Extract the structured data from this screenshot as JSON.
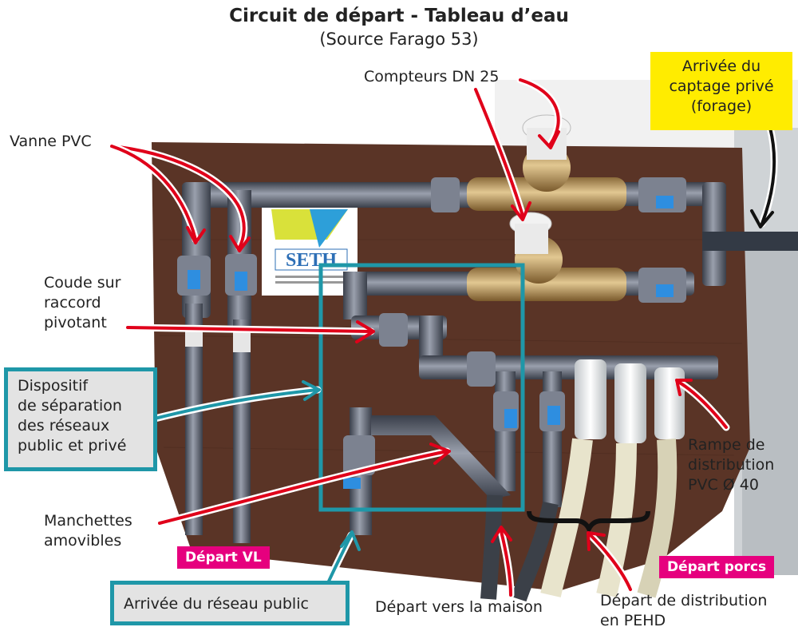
{
  "title": "Circuit de départ - Tableau d’eau",
  "subtitle": "(Source Farago 53)",
  "labels": {
    "compteurs": "Compteurs DN 25",
    "captage": [
      "Arrivée du",
      "captage privé",
      "(forage)"
    ],
    "vanne": "Vanne PVC",
    "coude": [
      "Coude sur",
      "raccord",
      "pivotant"
    ],
    "dispositif": [
      "Dispositif",
      "de séparation",
      "des réseaux",
      "public et privé"
    ],
    "manchettes": [
      "Manchettes",
      "amovibles"
    ],
    "rampe": [
      "Rampe de",
      "distribution",
      "PVC Ø 40"
    ],
    "depart_vl": "Départ VL",
    "depart_porcs": "Départ porcs",
    "arrivee_public": "Arrivée du réseau public",
    "depart_maison": "Départ vers la maison",
    "depart_pehd": [
      "Départ de distribution",
      "en PEHD"
    ]
  },
  "sign": {
    "brand": "SETH"
  },
  "colors": {
    "arrow_red": "#e0001a",
    "teal": "#1f97a8",
    "pink": "#e6007e",
    "yellow": "#ffec00",
    "board": "#5a3426",
    "pipe": "#6e7482"
  }
}
